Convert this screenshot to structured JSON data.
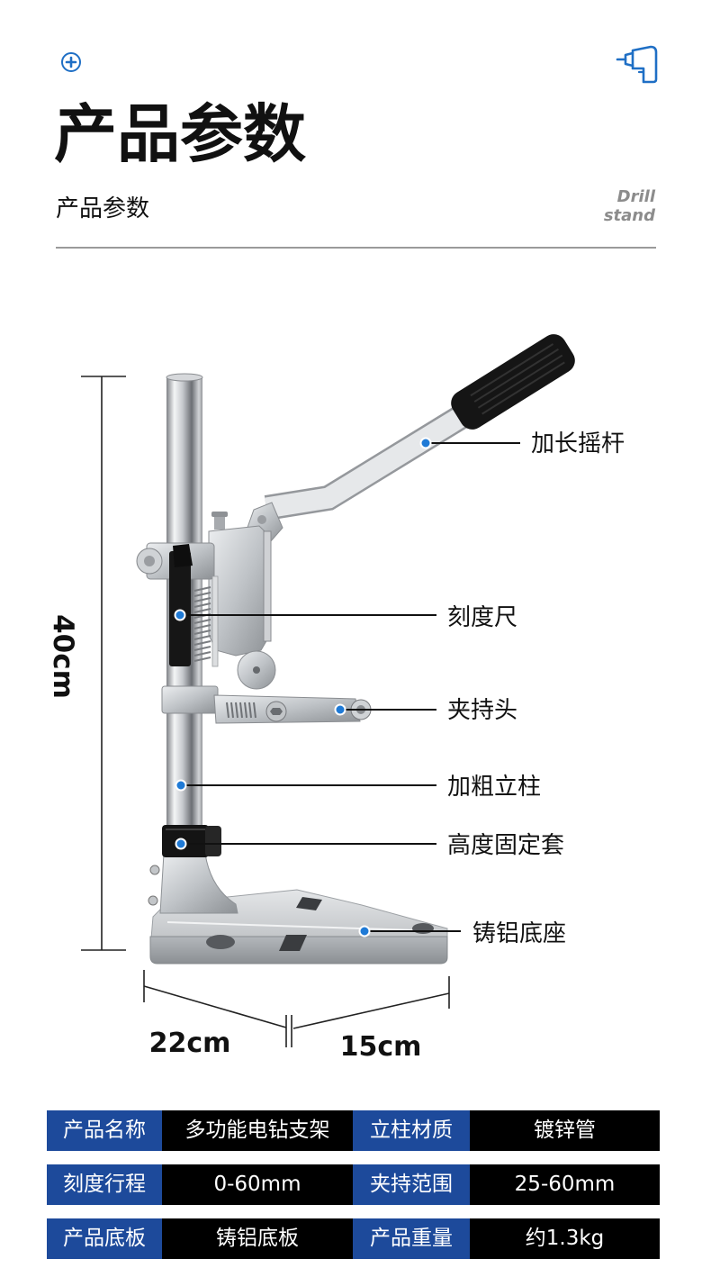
{
  "header": {
    "title": "产品参数",
    "subtitle": "产品参数",
    "english_line1": "Drill",
    "english_line2": "stand",
    "left_icon": "plus-circle-icon",
    "right_icon": "drill-icon"
  },
  "dimensions": {
    "height": "40cm",
    "depth": "22cm",
    "width": "15cm"
  },
  "callouts": [
    {
      "label": "加长摇杆"
    },
    {
      "label": "刻度尺"
    },
    {
      "label": "夹持头"
    },
    {
      "label": "加粗立柱"
    },
    {
      "label": "高度固定套"
    },
    {
      "label": "铸铝底座"
    }
  ],
  "specs": {
    "rows": [
      [
        {
          "label": "产品名称",
          "value": "多功能电钻支架"
        },
        {
          "label": "立柱材质",
          "value": "镀锌管"
        }
      ],
      [
        {
          "label": "刻度行程",
          "value": "0-60mm"
        },
        {
          "label": "夹持范围",
          "value": "25-60mm"
        }
      ],
      [
        {
          "label": "产品底板",
          "value": "铸铝底板"
        },
        {
          "label": "产品重量",
          "value": "约1.3kg"
        }
      ]
    ]
  },
  "colors": {
    "accent": "#1d4a9b",
    "cell_dark": "#000000",
    "icon": "#1f6fc5",
    "dot": "#1f7ad6"
  }
}
